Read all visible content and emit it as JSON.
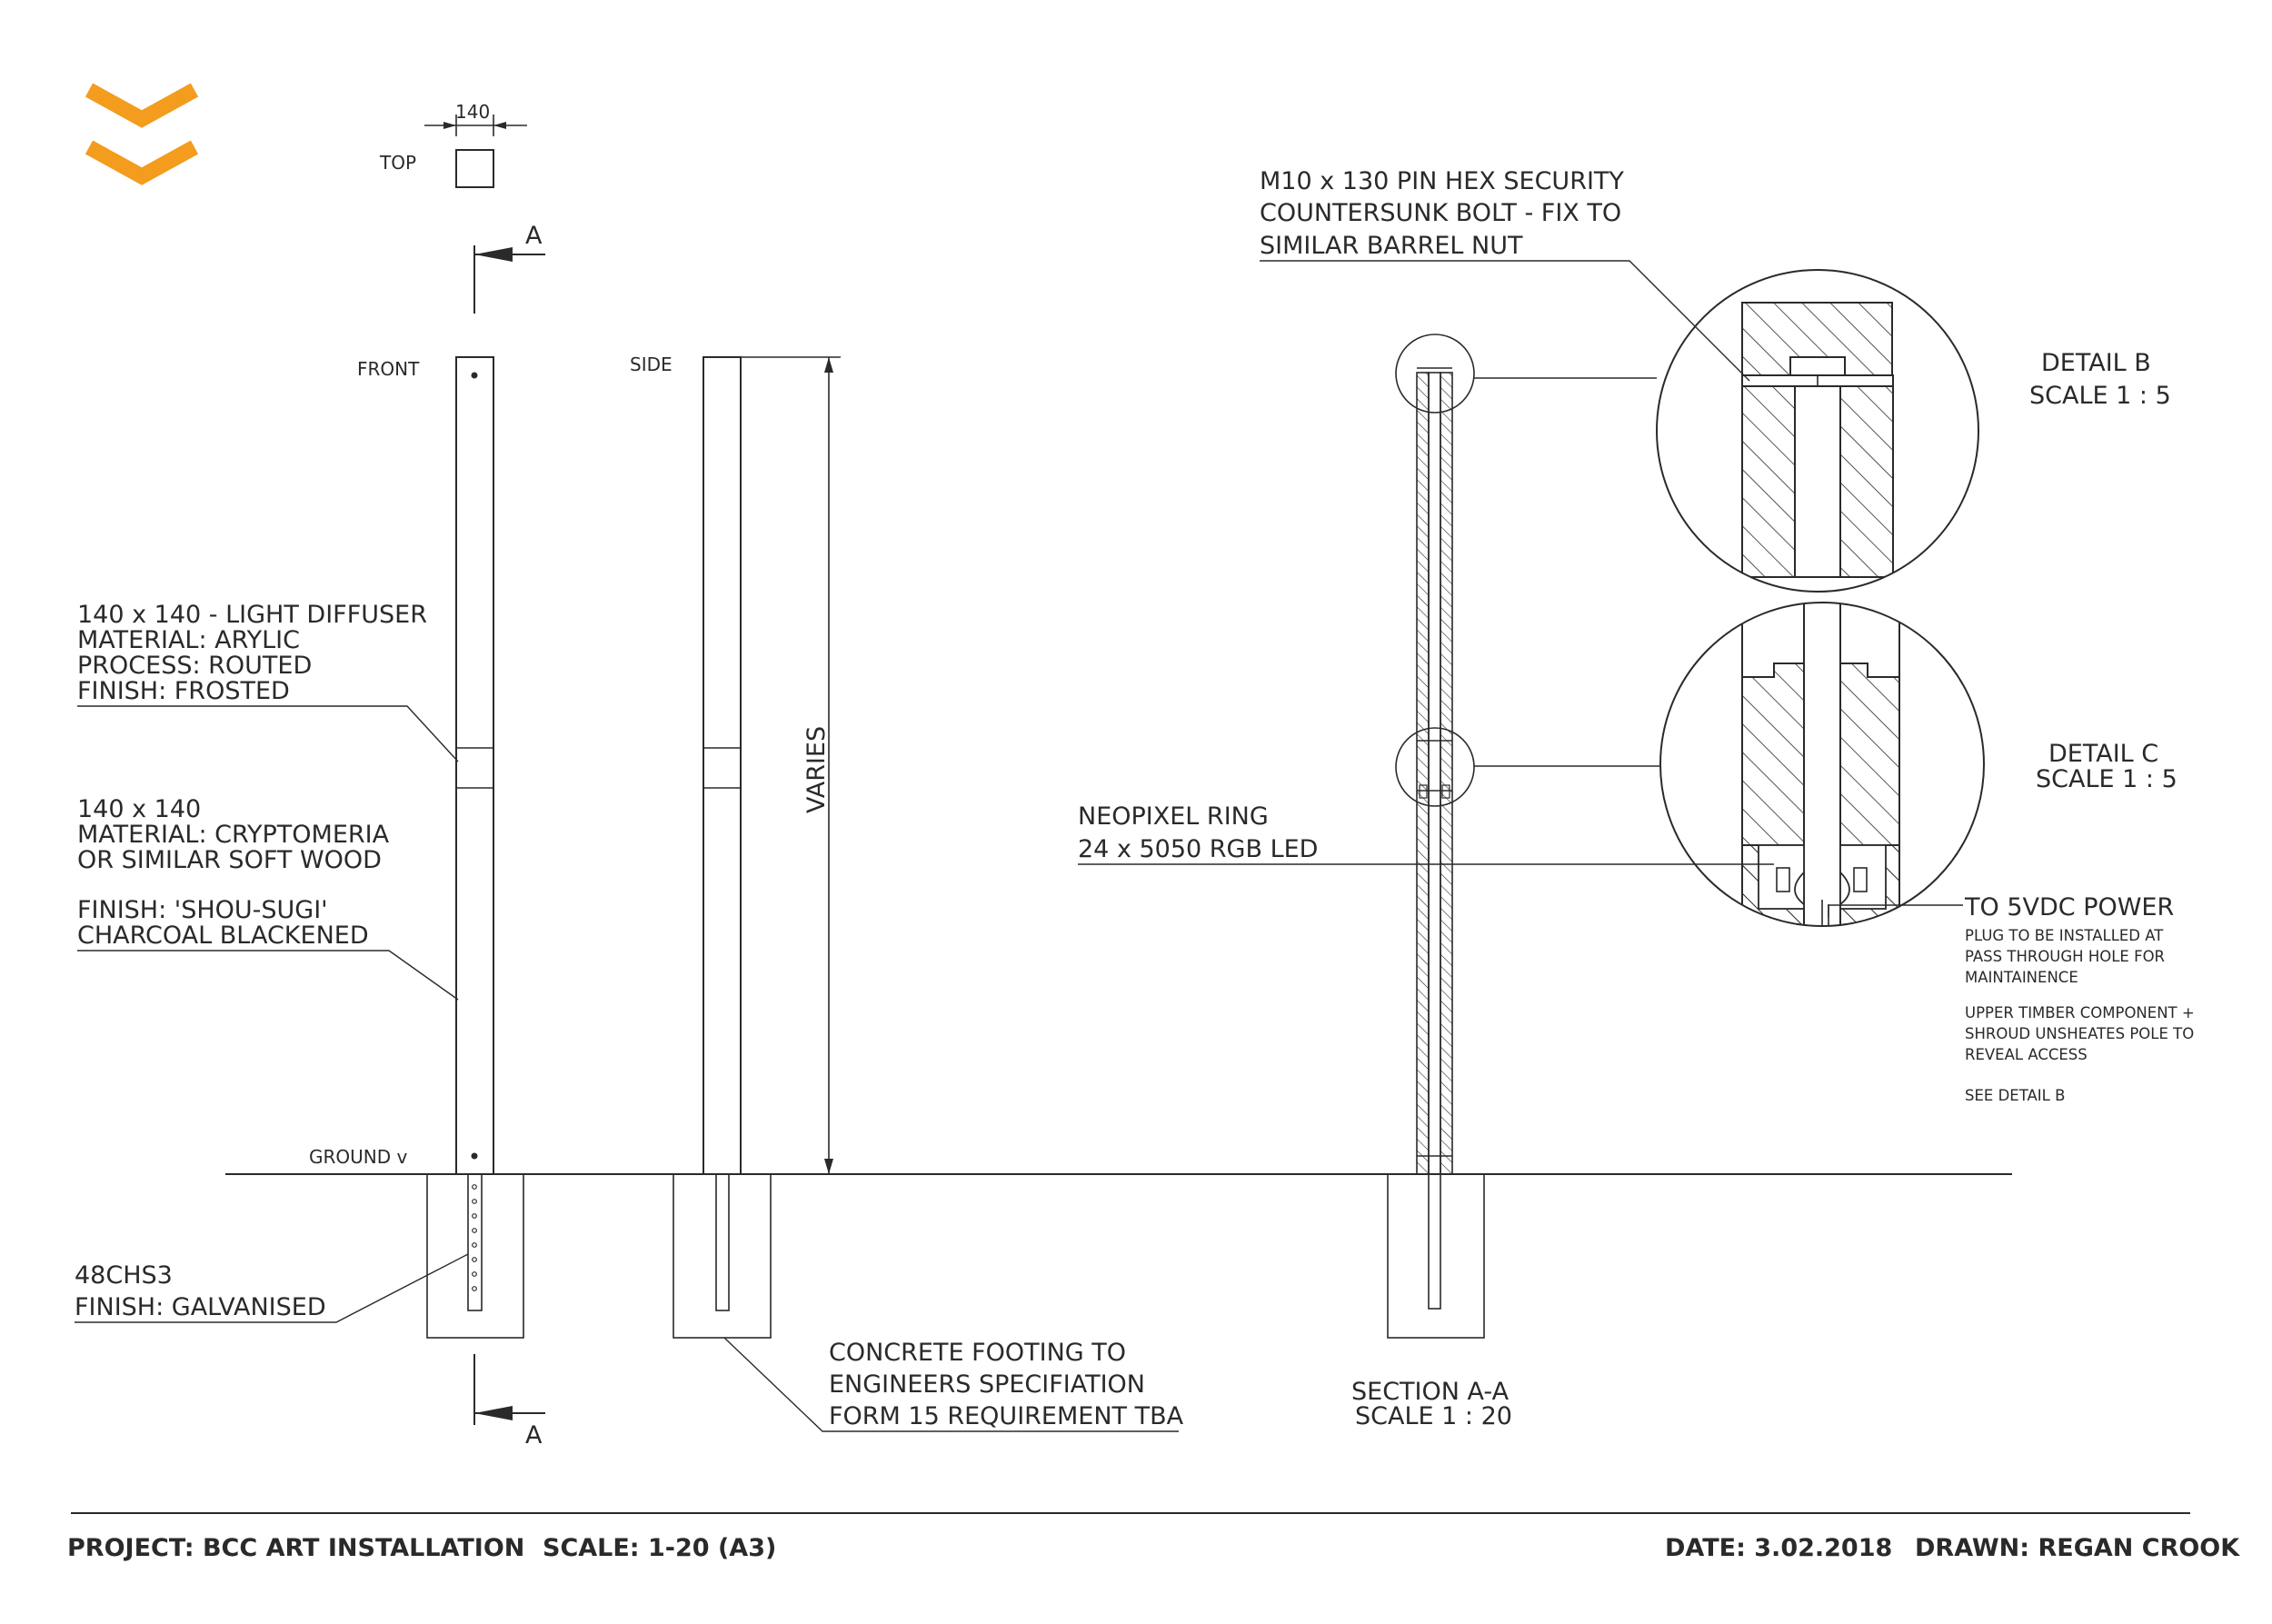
{
  "logo": {
    "icon": "double-chevron-logo",
    "color": "#f39c1e"
  },
  "views": {
    "top": {
      "label": "TOP",
      "dimension": "140"
    },
    "front": {
      "label": "FRONT"
    },
    "side": {
      "label": "SIDE",
      "height_label": "VARIES"
    },
    "ground_label": "GROUND v",
    "section_marker": "A"
  },
  "notes": {
    "diffuser": [
      "140 x 140 - LIGHT DIFFUSER",
      "MATERIAL: ARYLIC",
      "PROCESS: ROUTED",
      "FINISH: FROSTED"
    ],
    "timber": [
      "140 x 140",
      "MATERIAL: CRYPTOMERIA",
      "OR SIMILAR SOFT WOOD"
    ],
    "finish": [
      "FINISH: 'SHOU-SUGI'",
      "CHARCOAL BLACKENED"
    ],
    "pole": [
      "48CHS3",
      "FINISH: GALVANISED"
    ],
    "footing": [
      "CONCRETE FOOTING TO",
      "ENGINEERS SPECIFIATION",
      "FORM 15 REQUIREMENT TBA"
    ],
    "bolt": [
      "M10 x 130 PIN HEX SECURITY",
      "COUNTERSUNK BOLT - FIX TO",
      "SIMILAR BARREL NUT"
    ],
    "neopixel": [
      "NEOPIXEL RING",
      "24 x 5050 RGB LED"
    ],
    "power_title": "TO 5VDC POWER",
    "power_notes": [
      "PLUG TO BE INSTALLED AT",
      "PASS THROUGH HOLE FOR",
      "MAINTAINENCE"
    ],
    "access_notes": [
      "UPPER TIMBER COMPONENT +",
      "SHROUD UNSHEATES POLE TO",
      "REVEAL ACCESS"
    ],
    "see_detail": "SEE DETAIL B"
  },
  "section": {
    "title": "SECTION A-A",
    "scale": "SCALE 1 : 20"
  },
  "detail_b": {
    "title": "DETAIL B",
    "scale": "SCALE 1 : 5"
  },
  "detail_c": {
    "title": "DETAIL C",
    "scale": "SCALE 1 : 5"
  },
  "title_block": {
    "project": "PROJECT: BCC ART INSTALLATION",
    "scale": "SCALE: 1-20 (A3)",
    "date": "DATE: 3.02.2018",
    "drawn": "DRAWN: REGAN CROOK"
  }
}
